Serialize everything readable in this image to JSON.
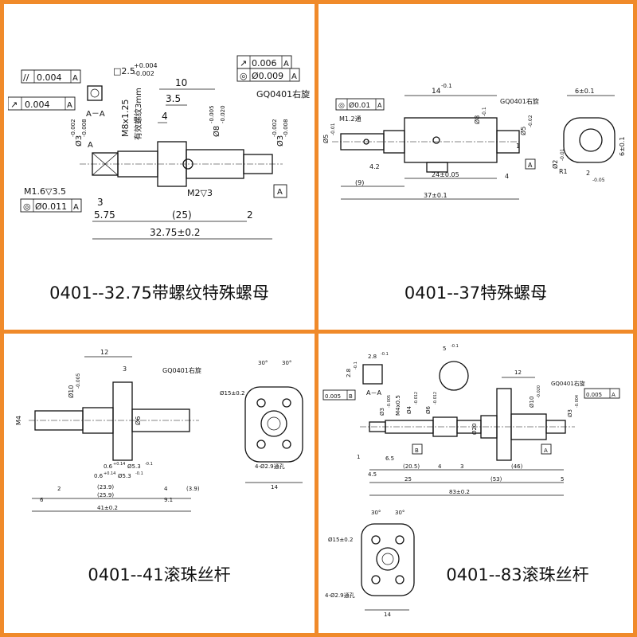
{
  "captions": {
    "p1": "0401--32.75带螺纹特殊螺母",
    "p2": "0401--37特殊螺母",
    "p3": "0401--41滚珠丝杆",
    "p4": "0401--83滚珠丝杆"
  },
  "colors": {
    "border": "#f08a2a",
    "ink": "#111111"
  },
  "p1": {
    "fcf_flat": "//",
    "fcf_flat_val": "0.004",
    "fcf_flat_ref": "A",
    "fcf_run_l": "↗",
    "fcf_run_l_val": "0.004",
    "fcf_run_l_ref": "A",
    "fcf_run_r": "↗",
    "fcf_run_r_val": "0.006",
    "fcf_run_r_ref": "A",
    "fcf_conc_r": "◎",
    "fcf_conc_r_val": "Ø0.009",
    "fcf_conc_r_ref": "A",
    "fcf_conc_b": "◎",
    "fcf_conc_b_val": "Ø0.011",
    "fcf_conc_b_ref": "A",
    "square": "□2.5",
    "square_tol_up": "+0.004",
    "square_tol_dn": "-0.002",
    "section": "A－A",
    "d_10": "10",
    "d_35": "3.5",
    "d_4": "4",
    "thread": "M8x1.25",
    "eff_thread": "有效螺纹3mm",
    "dia8": "Ø8",
    "dia8_tol1": "-0.005",
    "dia8_tol2": "-0.020",
    "dia3": "Ø3",
    "dia3_tol1": "-0.002",
    "dia3_tol2": "-0.008",
    "gq": "GQ0401右旋",
    "m16": "M1.6▽3.5",
    "m2": "M2▽3",
    "d_3": "3",
    "d_575": "5.75",
    "d_25": "(25)",
    "d_2": "2",
    "d_total": "32.75±0.2",
    "label_a": "A"
  },
  "p2": {
    "fcf_conc": "◎",
    "fcf_conc_val": "Ø0.01",
    "fcf_conc_ref": "A",
    "d_14": "14",
    "d_14_tol": "-0.1",
    "gq": "GQ0401右旋",
    "m12": "M1.2通",
    "d_6": "6±0.1",
    "dia5_l": "Ø5",
    "dia5_tol": "-0.01",
    "dia8": "Ø8",
    "dia8_tol": "-0.1",
    "dia5_r": "Ø5",
    "dia5_r_tol": "-0.02",
    "d_1": "1",
    "d_42": "4.2",
    "d_24": "24±0.05",
    "d_4": "4",
    "d_9": "(9)",
    "d_total": "37±0.1",
    "dia2": "Ø2",
    "dia2_tol": "-0.01",
    "r1": "R1",
    "d_2": "2",
    "d_2_tol": "-0.05",
    "d_6r": "6±0.1",
    "label_a": "A"
  },
  "p3": {
    "d_12": "12",
    "d_3": "3",
    "gq": "GQ0401右旋",
    "dia10": "Ø10",
    "dia10_tol": "-0.005",
    "m4": "M4",
    "dia6": "Ø6",
    "d_06": "0.6",
    "d_06_tol": "+0.14",
    "d_53a": "Ø5.3",
    "d_53a_tol": "-0.1",
    "d_06b": "0.6",
    "d_06b_tol": "+0.14",
    "d_53b": "Ø5.3",
    "d_53b_tol": "-0.1",
    "d_2": "2",
    "d_239": "(23.9)",
    "d_4": "4",
    "d_39": "(3.9)",
    "d_259": "(25.9)",
    "d_6": "6",
    "d_91": "9.1",
    "d_total": "41±0.2",
    "angle1": "30°",
    "angle2": "30°",
    "dia15": "Ø15±0.2",
    "holes": "4-Ø2.9通孔",
    "d_14": "14"
  },
  "p4": {
    "d_28": "2.8",
    "d_28_tol": "-0.1",
    "d_28b": "2.8",
    "d_28b_tol": "-0.1",
    "section": "A－A",
    "d_5": "5",
    "d_5_tol": "-0.1",
    "fcf_run_l": "0.005",
    "fcf_run_l_ref": "B",
    "dia3": "Ø3",
    "dia3_tol": "-0.005",
    "m4": "M4x0.5",
    "dia4": "Ø4",
    "dia4_tol": "-0.012",
    "dia6": "Ø6",
    "dia6_tol": "-0.012",
    "dia20": "Ø20",
    "dia10": "Ø10",
    "dia10_tol": "-0.020",
    "dia3r": "Ø3",
    "dia3r_tol": "-0.004",
    "d_12": "12",
    "gq": "GQ0401右旋",
    "fcf_run_r": "0.005",
    "fcf_run_r_ref": "A",
    "label_b": "B",
    "label_a": "A",
    "d_1": "1",
    "d_65": "6.5",
    "d_205": "(20.5)",
    "d_4a": "4",
    "d_3": "3",
    "d_46": "(46)",
    "d_45": "4.5",
    "d_25": "25",
    "d_53": "(53)",
    "d_5r": "5",
    "d_total": "83±0.2",
    "angle1": "30°",
    "angle2": "30°",
    "dia15": "Ø15±0.2",
    "holes": "4-Ø2.9通孔",
    "d_14": "14"
  }
}
